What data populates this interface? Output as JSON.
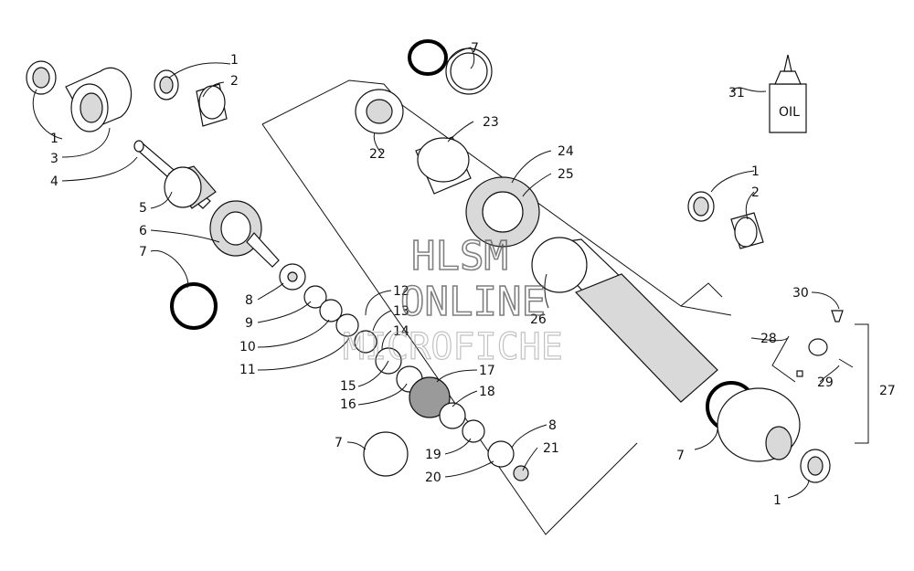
{
  "watermark": {
    "line1": "HLSM",
    "line2": "ONLINE",
    "line3": "MICROFICHE"
  },
  "oil_label": "OIL",
  "callouts": [
    "1",
    "1",
    "2",
    "3",
    "4",
    "5",
    "6",
    "7",
    "1",
    "2",
    "7",
    "8",
    "9",
    "10",
    "11",
    "12",
    "13",
    "14",
    "15",
    "16",
    "17",
    "18",
    "7",
    "19",
    "20",
    "8",
    "21",
    "22",
    "23",
    "24",
    "25",
    "26",
    "7",
    "1",
    "30",
    "28",
    "29",
    "27",
    "31",
    "7"
  ]
}
